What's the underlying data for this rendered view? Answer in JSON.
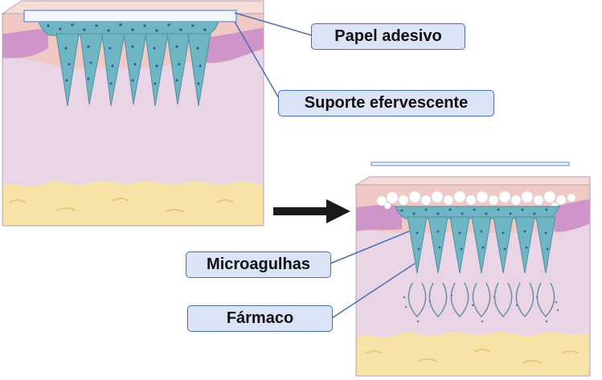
{
  "labels": {
    "adhesive_paper": "Papel adesivo",
    "effervescent_support": "Suporte efervescente",
    "microneedles": "Microagulhas",
    "drug": "Fármaco"
  },
  "colors": {
    "dermis": "#ead5e6",
    "dermis_border": "#b4a2b4",
    "epidermis_top": "#f0c9c4",
    "epidermis_purple": "#c98bc9",
    "fat": "#f7e2a8",
    "needle": "#6fb6c4",
    "needle_dots": "#3b4f9e",
    "paper": "#f2f5fc",
    "paper_border": "#7d9bd0",
    "callout_fill": "#dbe3f7",
    "callout_border": "#4a6fb0",
    "arrow": "#1a1a1a",
    "foam": "#ffffff"
  }
}
